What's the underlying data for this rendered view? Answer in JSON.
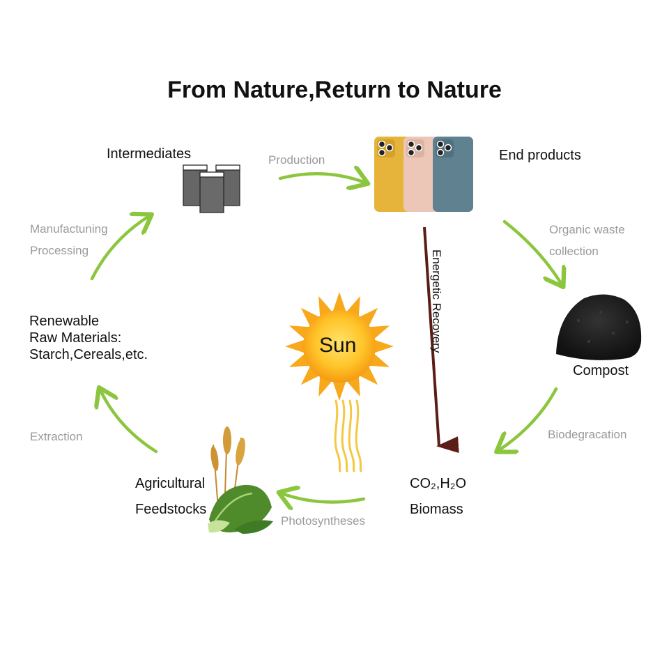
{
  "title": "From Nature,Return to Nature",
  "nodes": {
    "intermediates": "Intermediates",
    "end_products": "End products",
    "compost": "Compost",
    "co2_h2o": "CO₂,H₂O",
    "biomass": "Biomass",
    "agri_line1": "Agricultural",
    "agri_line2": "Feedstocks",
    "raw_line1": "Renewable",
    "raw_line2": "Raw Materials:",
    "raw_line3": "Starch,Cereals,etc.",
    "sun": "Sun"
  },
  "steps": {
    "production": "Production",
    "organic_line1": "Organic waste",
    "organic_line2": "collection",
    "biodegradation": "Biodegracation",
    "photosyntheses": "Photosyntheses",
    "extraction": "Extraction",
    "manufacturing_line1": "Manufactuning",
    "manufacturing_line2": "Processing",
    "energetic_recovery": "Energetic Recovery"
  },
  "colors": {
    "cycle_arrow": "#8cc63f",
    "recovery_arrow": "#5a1e16",
    "sun": "#f7a81b",
    "sun_core": "#ffd23f",
    "sun_rays": "#f5c842",
    "phone_yellow": "#e6b43a",
    "phone_pink": "#ecc7b8",
    "phone_blue": "#5f8190",
    "intermediate_box": "#6a6a6a",
    "compost": "#1c1c1c",
    "wheat": "#d39a3a",
    "leaf": "#4f8a2b"
  }
}
